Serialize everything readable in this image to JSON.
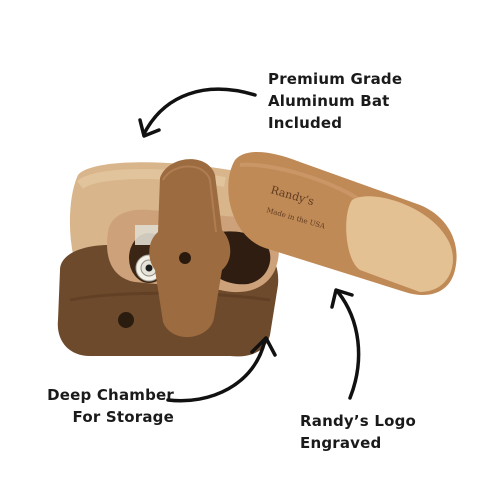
{
  "callouts": {
    "bat": {
      "line1": "Premium Grade",
      "line2": "Aluminum Bat",
      "line3": "Included"
    },
    "chamber": {
      "line1": "Deep Chamber",
      "line2": "For Storage"
    },
    "logo": {
      "line1": "Randy’s Logo",
      "line2": "Engraved"
    }
  },
  "engraving": {
    "brand": "Randy’s",
    "origin": "Made in the USA"
  },
  "colors": {
    "dark_wood": "#6b4a2e",
    "light_wood": "#cfa679",
    "cherry_wood": "#b97a4a",
    "text": "#1a1a1a"
  }
}
